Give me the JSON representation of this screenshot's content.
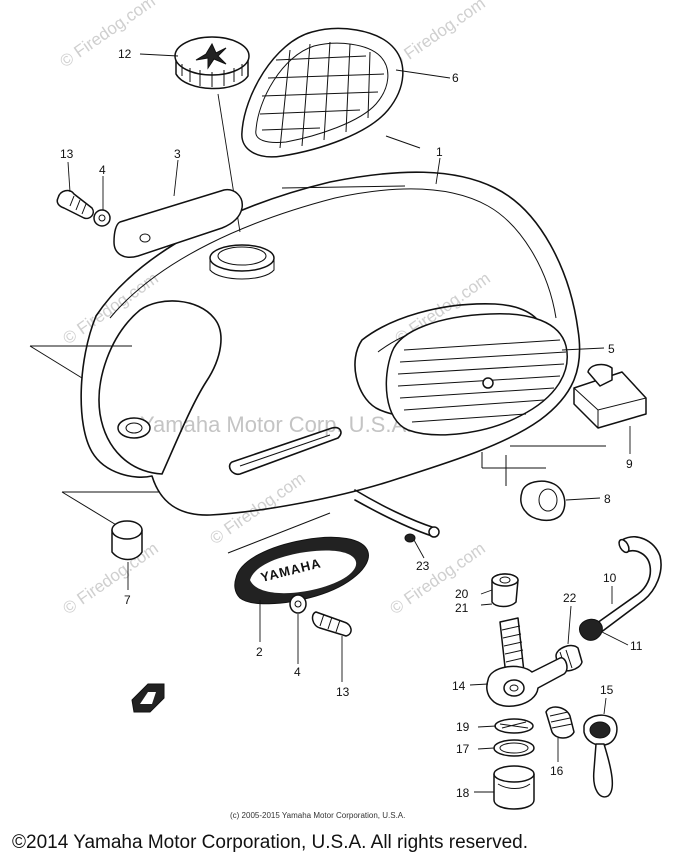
{
  "watermarks": {
    "firedog": "© Firedog.com",
    "center": "Yamaha Motor Corp. U.S.A."
  },
  "parts": [
    {
      "key": "p1",
      "number": "1"
    },
    {
      "key": "p2",
      "number": "2"
    },
    {
      "key": "p3",
      "number": "3"
    },
    {
      "key": "p4a",
      "number": "4"
    },
    {
      "key": "p4b",
      "number": "4"
    },
    {
      "key": "p5",
      "number": "5"
    },
    {
      "key": "p6",
      "number": "6"
    },
    {
      "key": "p7",
      "number": "7"
    },
    {
      "key": "p8",
      "number": "8"
    },
    {
      "key": "p9",
      "number": "9"
    },
    {
      "key": "p10",
      "number": "10"
    },
    {
      "key": "p11",
      "number": "11"
    },
    {
      "key": "p12",
      "number": "12"
    },
    {
      "key": "p13a",
      "number": "13"
    },
    {
      "key": "p13b",
      "number": "13"
    },
    {
      "key": "p14",
      "number": "14"
    },
    {
      "key": "p15",
      "number": "15"
    },
    {
      "key": "p16",
      "number": "16"
    },
    {
      "key": "p17",
      "number": "17"
    },
    {
      "key": "p18",
      "number": "18"
    },
    {
      "key": "p19",
      "number": "19"
    },
    {
      "key": "p20",
      "number": "20"
    },
    {
      "key": "p21",
      "number": "21"
    },
    {
      "key": "p22",
      "number": "22"
    },
    {
      "key": "p23",
      "number": "23"
    }
  ],
  "emblem_text": "YAMAHA",
  "small_copyright": "(c) 2005-2015 Yamaha Motor Corporation, U.S.A.",
  "footer": "©2014 Yamaha Motor Corporation, U.S.A. All rights reserved."
}
